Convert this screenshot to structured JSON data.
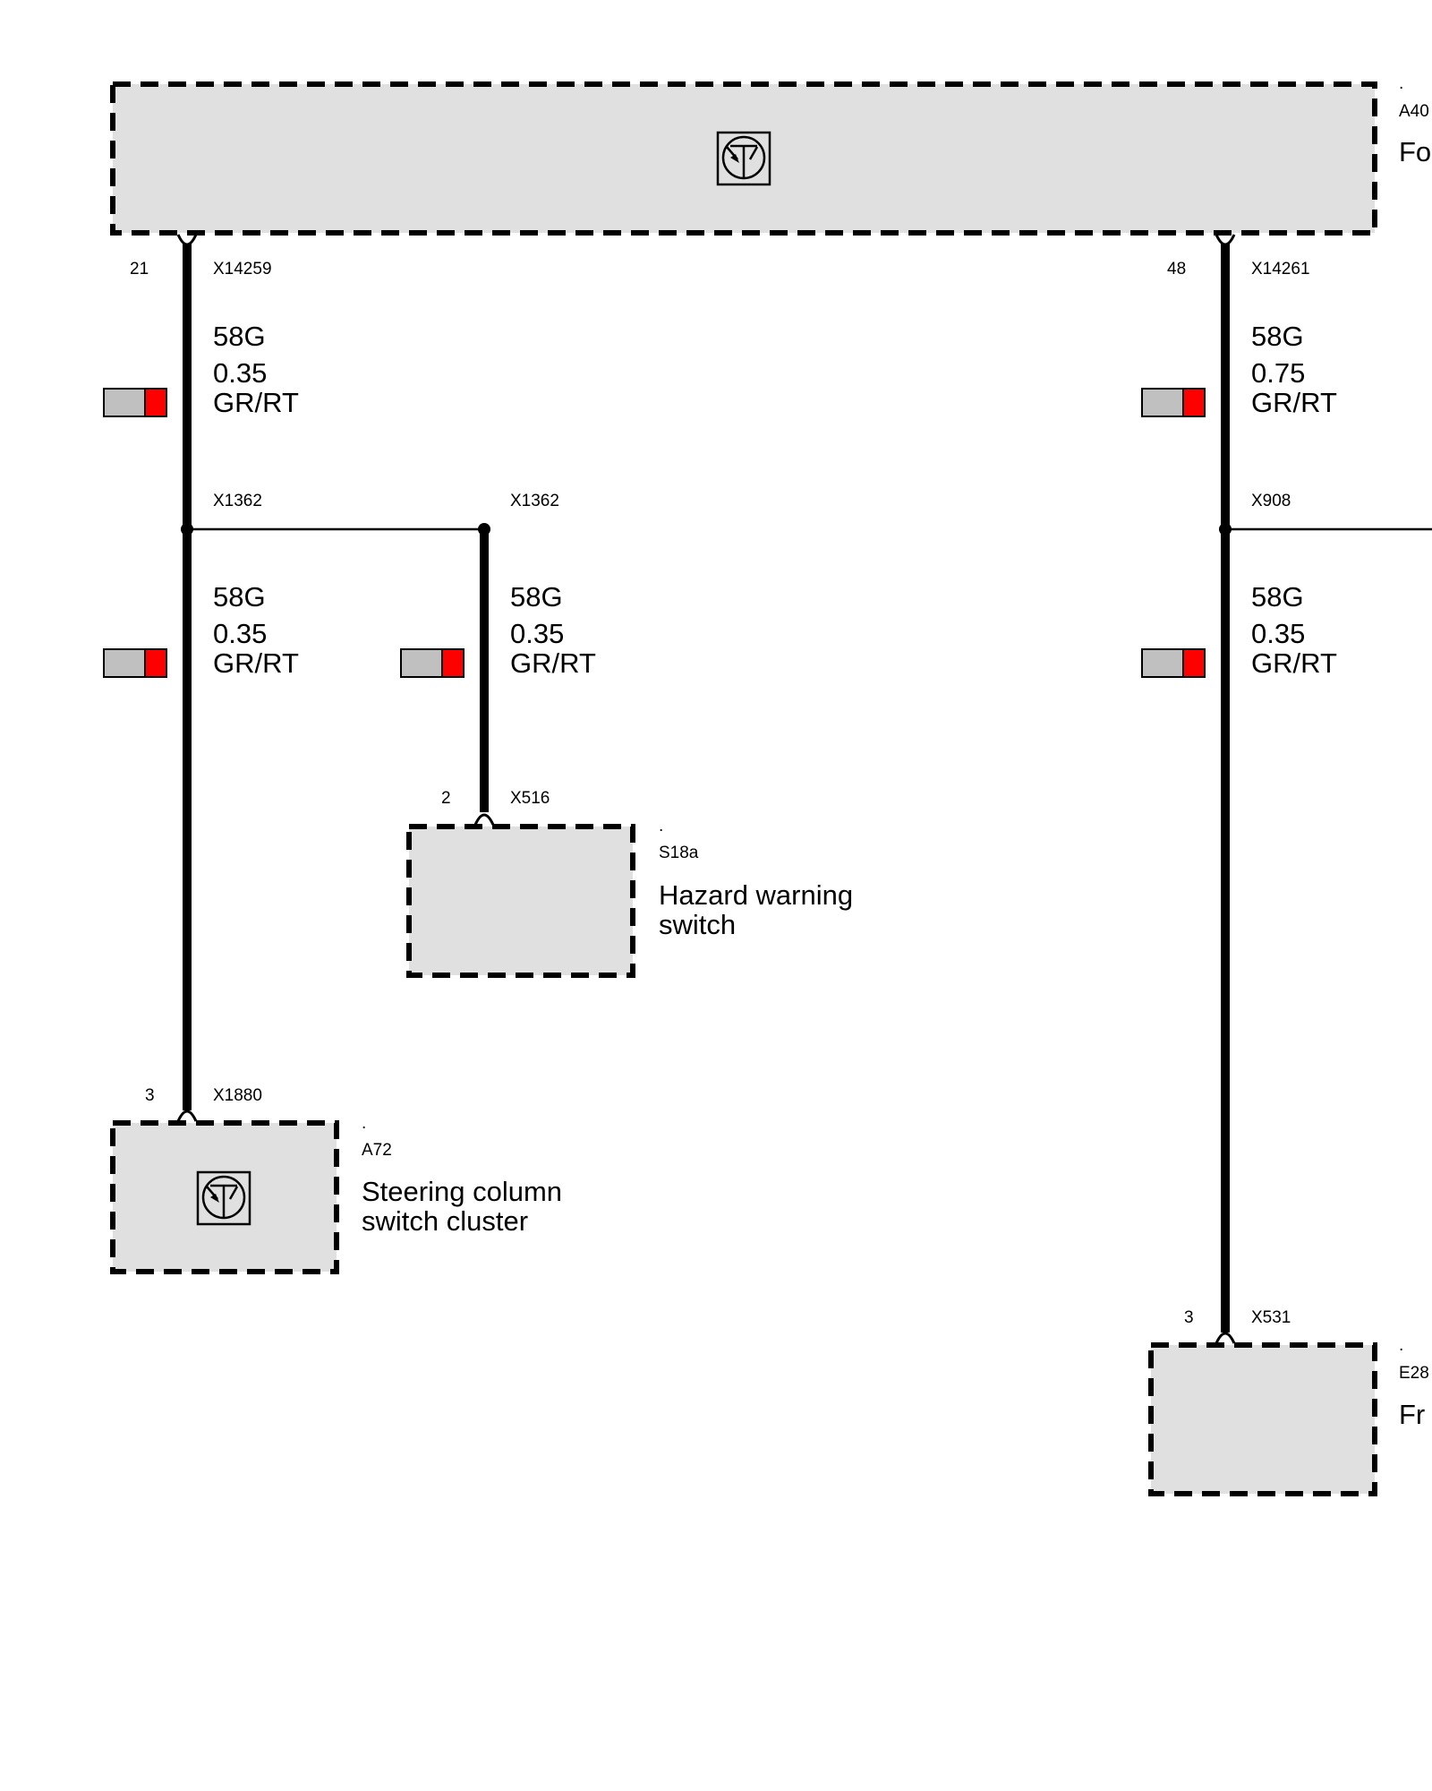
{
  "components": {
    "a40": {
      "dot": ".",
      "code": "A40",
      "label": "Fo"
    },
    "s18a": {
      "dot": ".",
      "code": "S18a",
      "label_line1": "Hazard warning",
      "label_line2": "switch"
    },
    "a72": {
      "dot": ".",
      "code": "A72",
      "label_line1": "Steering column",
      "label_line2": "switch cluster"
    },
    "e28": {
      "dot": ".",
      "code": "E28",
      "label": "Fr"
    }
  },
  "connectors": {
    "c1": {
      "pin": "21",
      "name": "X14259"
    },
    "c2": {
      "pin": "48",
      "name": "X14261"
    },
    "c3": {
      "name": "X1362"
    },
    "c4": {
      "name": "X1362"
    },
    "c5": {
      "name": "X908"
    },
    "c6": {
      "pin": "2",
      "name": "X516"
    },
    "c7": {
      "pin": "3",
      "name": "X1880"
    },
    "c8": {
      "pin": "3",
      "name": "X531"
    }
  },
  "wires": {
    "w1": {
      "signal": "58G",
      "size": "0.35",
      "color": "GR/RT"
    },
    "w2": {
      "signal": "58G",
      "size": "0.75",
      "color": "GR/RT"
    },
    "w3": {
      "signal": "58G",
      "size": "0.35",
      "color": "GR/RT"
    },
    "w4": {
      "signal": "58G",
      "size": "0.35",
      "color": "GR/RT"
    },
    "w5": {
      "signal": "58G",
      "size": "0.35",
      "color": "GR/RT"
    }
  },
  "wire_color_swatch": {
    "primary": "#c0c0c0",
    "stripe": "#ff0000"
  }
}
